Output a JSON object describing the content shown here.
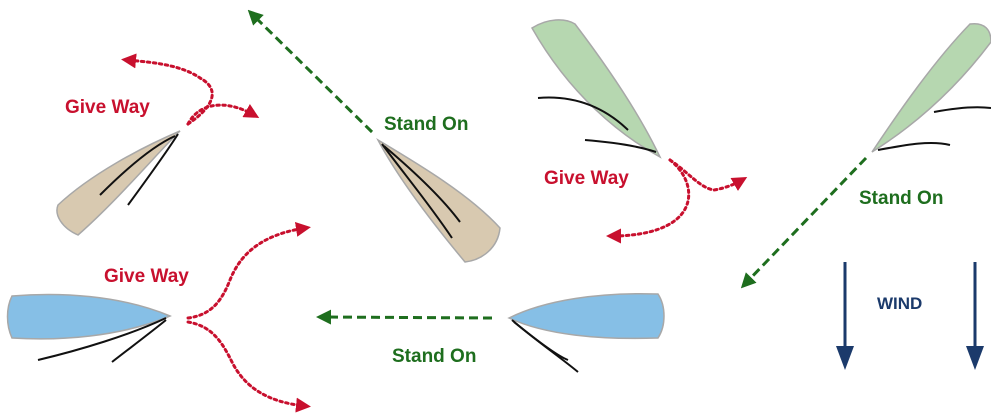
{
  "colors": {
    "give_way": "#c8102e",
    "stand_on": "#1e6e1e",
    "wind": "#1b3a6b",
    "tan_hull": "#d8c9b0",
    "green_hull": "#b6d7b0",
    "blue_hull": "#86bfe6",
    "hull_outline": "#a8a8a8",
    "sail": "#111111"
  },
  "scenarios": [
    {
      "id": "tan",
      "give_way_label": "Give Way",
      "stand_on_label": "Stand On"
    },
    {
      "id": "green",
      "give_way_label": "Give Way",
      "stand_on_label": "Stand On"
    },
    {
      "id": "blue",
      "give_way_label": "Give Way",
      "stand_on_label": "Stand On"
    }
  ],
  "wind": {
    "label": "WIND",
    "arrow_icons": [
      "arrow-down-icon",
      "arrow-down-icon"
    ]
  }
}
